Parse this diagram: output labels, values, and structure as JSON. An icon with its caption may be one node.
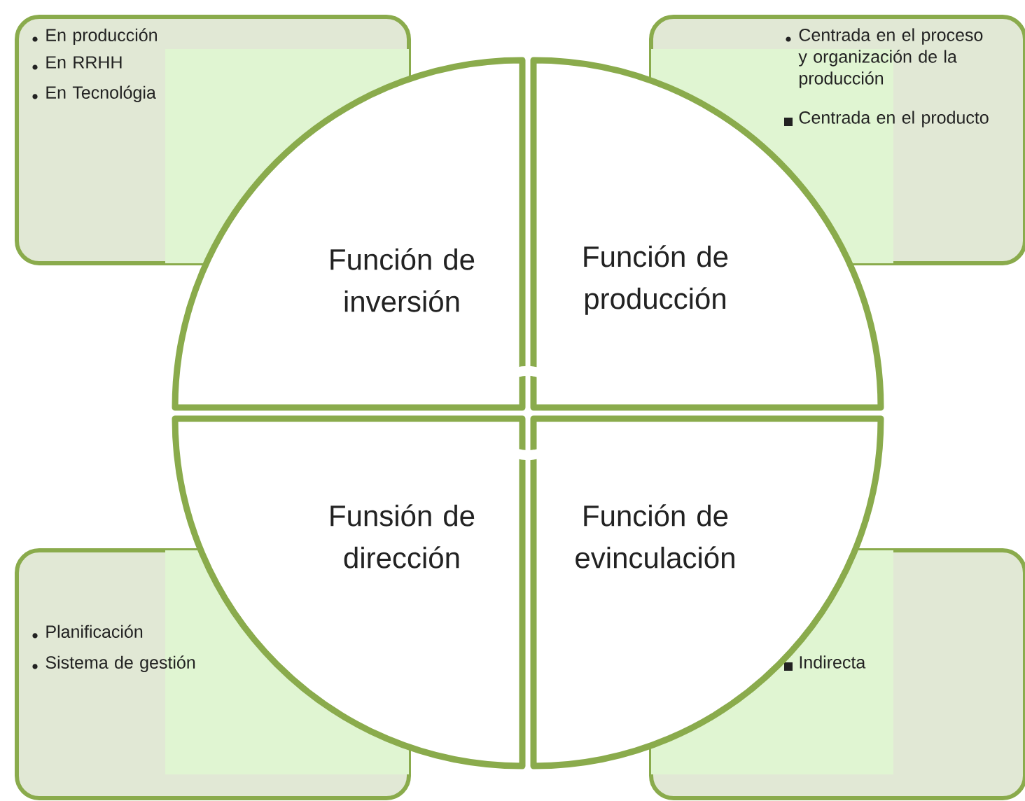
{
  "diagram": {
    "nodes": [
      {
        "text": [
          "En producción",
          "En RRHH",
          "En Tecnológia"
        ]
      },
      {
        "text": [
          "Centrada en el proceso y organización de la producción",
          "Centrada en el producto"
        ]
      },
      {
        "text": [
          "Función de inversión"
        ]
      },
      {
        "text": [
          "Función de producción"
        ]
      },
      {
        "text": [
          "Funsión de dirección"
        ]
      },
      {
        "text": [
          "Función de evinculación"
        ]
      },
      {
        "text": [
          "Planificación",
          "Sistema de gestión"
        ]
      },
      {
        "text": [
          "Indirecta"
        ]
      }
    ]
  }
}
